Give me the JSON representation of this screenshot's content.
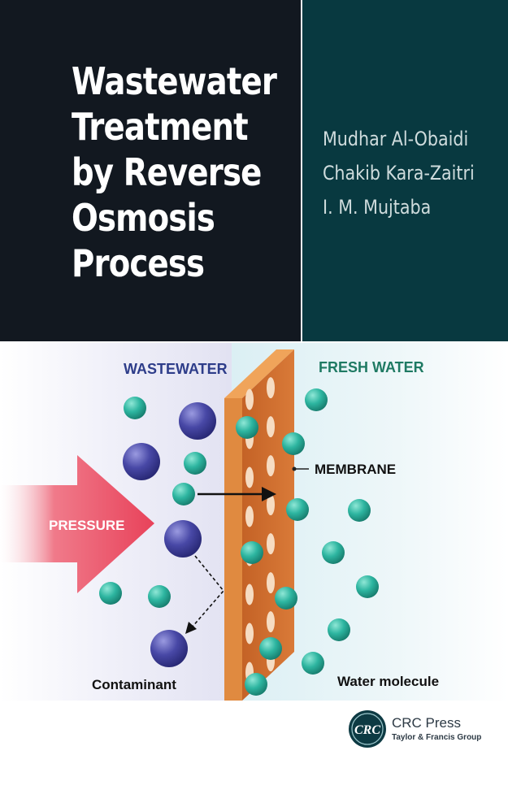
{
  "title_lines": [
    "Wastewater",
    "Treatment",
    "by Reverse",
    "Osmosis",
    "Process"
  ],
  "authors": [
    "Mudhar Al-Obaidi",
    "Chakib Kara-Zaitri",
    "I. M. Mujtaba"
  ],
  "illustration": {
    "label_wastewater": "WASTEWATER",
    "label_fresh_water": "FRESH WATER",
    "label_pressure": "PRESSURE",
    "label_membrane": "MEMBRANE",
    "label_contaminant": "Contaminant",
    "label_water_molecule": "Water molecule"
  },
  "publisher": {
    "logo_text": "CRC",
    "name": "CRC Press",
    "group": "Taylor & Francis Group"
  },
  "colors": {
    "title_panel": "#121820",
    "author_panel": "#083940",
    "wastewater_label": "#2e3d8a",
    "fresh_water_label": "#1f7a63",
    "pressure_arrow": "#e8425a",
    "membrane": "#cc6a2a",
    "contaminant": "#43439a",
    "water_molecule": "#2db5a0"
  }
}
